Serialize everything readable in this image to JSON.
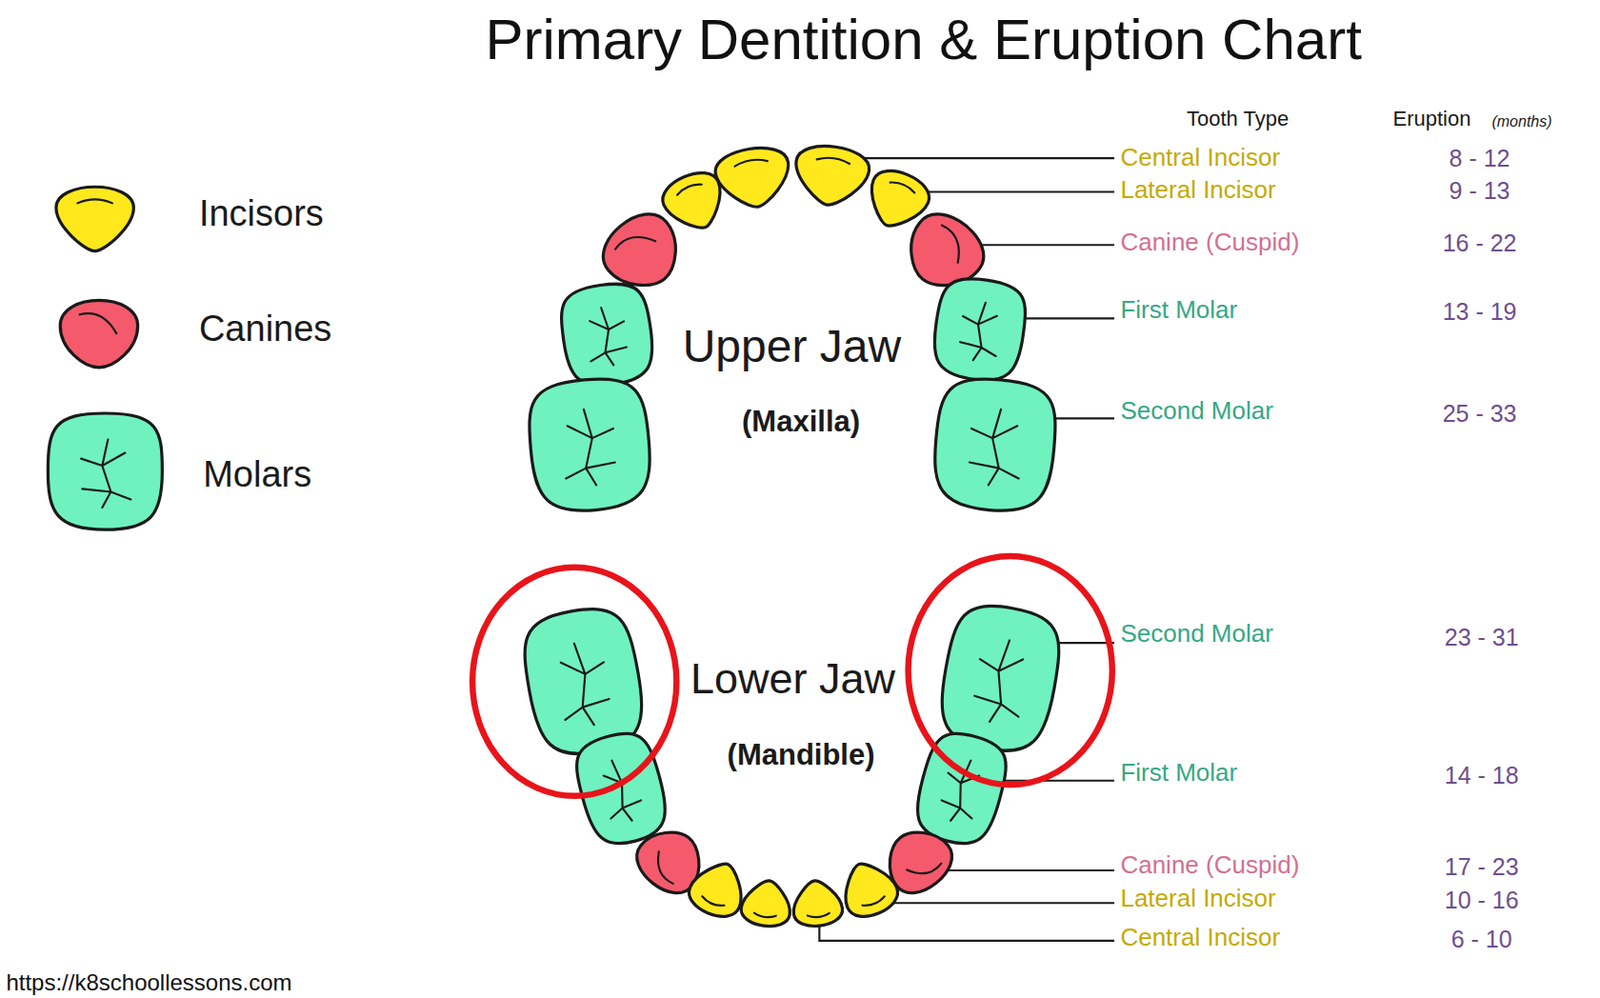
{
  "diagram": {
    "title": "Primary Dentition & Eruption Chart",
    "labels": [
      "Tooth Type",
      "Eruption",
      "(months)",
      "Central Incisor",
      "8 - 12",
      "Lateral Incisor",
      "9 - 13",
      "Canine (Cuspid)",
      "16 - 22",
      "First Molar",
      "13 - 19",
      "Second Molar",
      "25 - 33",
      "Upper Jaw",
      "(Maxilla)",
      "Second Molar",
      "23 - 31",
      "First Molar",
      "14 - 18",
      "Canine (Cuspid)",
      "17 - 23",
      "Lateral Incisor",
      "10 - 16",
      "Central Incisor",
      "6 - 10",
      "Lower Jaw",
      "(Mandible)",
      "https://k8schoollessons.com"
    ],
    "legend": [
      {
        "text": "Incisors",
        "color": "#ffe81c"
      },
      {
        "text": "Canines",
        "color": "#f45a6c"
      },
      {
        "text": "Molars",
        "color": "#6ff2c0"
      }
    ]
  }
}
